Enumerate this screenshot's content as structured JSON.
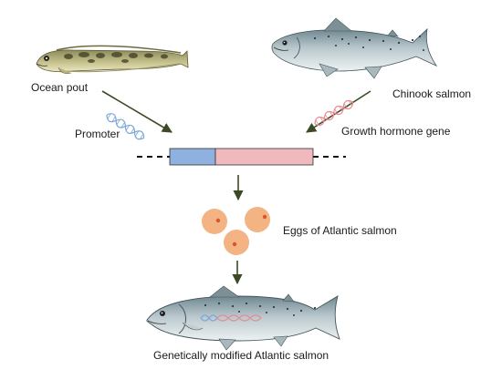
{
  "labels": {
    "ocean_pout": "Ocean pout",
    "chinook_salmon": "Chinook salmon",
    "promoter": "Promoter",
    "growth_hormone_gene": "Growth hormone gene",
    "eggs": "Eggs of Atlantic salmon",
    "gm_salmon": "Genetically modified Atlantic salmon"
  },
  "colors": {
    "promoter_segment": "#8eb1df",
    "gene_segment": "#efb9bd",
    "arrow": "#3b4a22",
    "egg": "#f3b383",
    "egg_nucleus": "#d9552a",
    "promoter_dna": "#7aa6d6",
    "gene_dna": "#e58a92"
  }
}
